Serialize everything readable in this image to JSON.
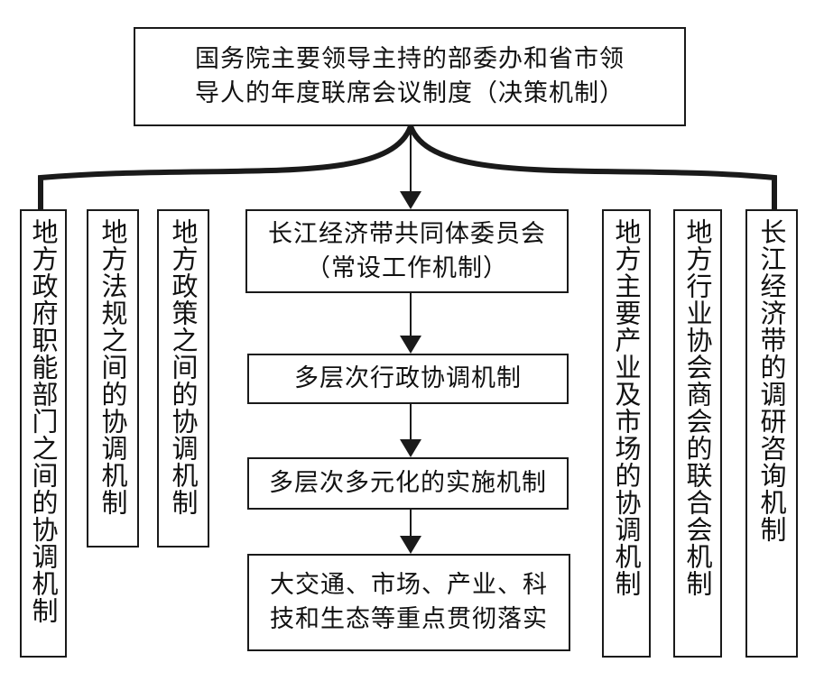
{
  "top": {
    "line1": "国务院主要领导主持的部委办和省市领",
    "line2": "导人的年度联席会议制度（决策机制）"
  },
  "center": {
    "committee_line1": "长江经济带共同体委员会",
    "committee_line2": "（常设工作机制）",
    "admin": "多层次行政协调机制",
    "impl": "多层次多元化的实施机制",
    "focus_line1": "大交通、市场、产业、科",
    "focus_line2": "技和生态等重点贯彻落实"
  },
  "left": {
    "col1_a": "地方政府职能部",
    "col1_b": "门之间的协调机制",
    "col2": "地方法规之间的协调机制",
    "col3": "地方政策之间的协调机制"
  },
  "right": {
    "col1": "地方主要产业及市场的协调机制",
    "col2": "地方行业协会商会的联合会机制",
    "col3": "长江经济带的调研咨询机制"
  },
  "colors": {
    "line": "#1a1a1a",
    "background": "#ffffff"
  }
}
